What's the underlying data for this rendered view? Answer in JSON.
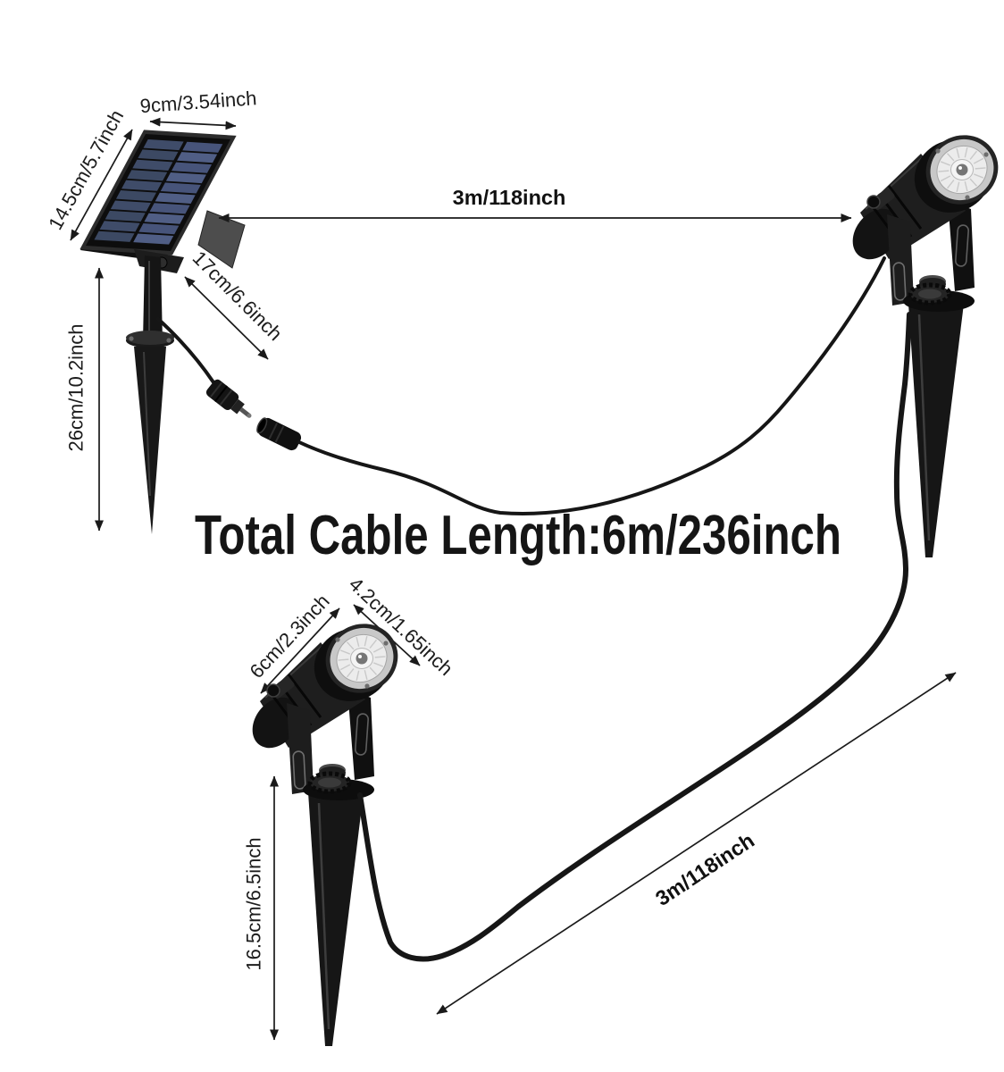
{
  "diagram": {
    "title": "Total Cable Length:6m/236inch",
    "labels": {
      "panel_width": "9cm/3.54inch",
      "panel_height": "14.5cm/5.7inch",
      "panel_cable_length": "17cm/6.6inch",
      "panel_stake_height": "26cm/10.2inch",
      "panel_to_light_distance": "3m/118inch",
      "light_body_length": "6cm/2.3inch",
      "light_lens_diameter": "4.2cm/1.65inch",
      "light_stake_height": "16.5cm/6.5inch",
      "light_to_light_distance": "3m/118inch"
    },
    "colors": {
      "background": "#ffffff",
      "line": "#1a1a1a",
      "text": "#1c1c1c",
      "solar_cell": "#42506e",
      "product": "#161616"
    }
  }
}
